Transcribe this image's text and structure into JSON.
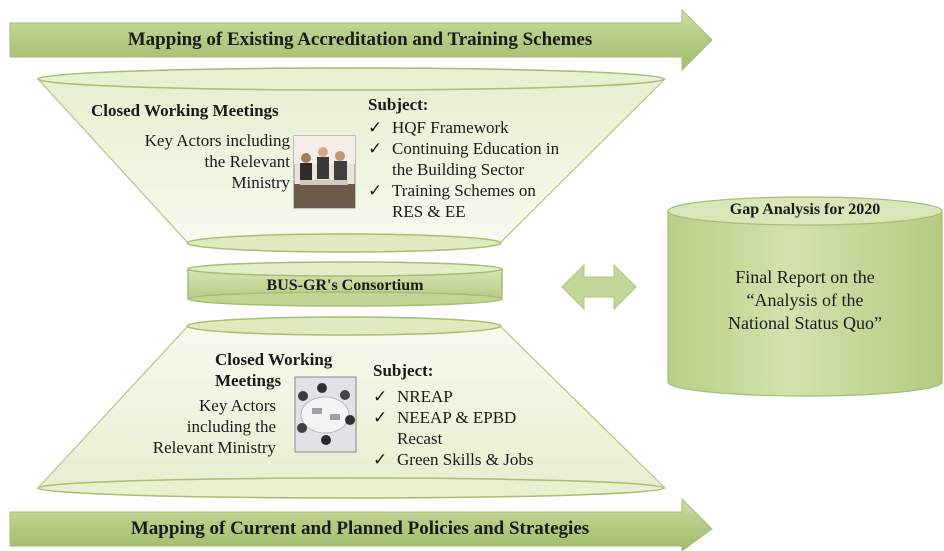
{
  "top_arrow": {
    "label": "Mapping of Existing Accreditation and Training Schemes"
  },
  "bottom_arrow": {
    "label": "Mapping of Current and Planned Policies and Strategies"
  },
  "top_funnel": {
    "meeting_title": "Closed Working Meetings",
    "actors_lines": [
      "Key Actors including",
      "the Relevant",
      "Ministry"
    ],
    "subject_heading": "Subject:",
    "subjects": [
      [
        "HQF Framework"
      ],
      [
        "Continuing Education in",
        "the Building Sector"
      ],
      [
        "Training Schemes on",
        "RES & EE"
      ]
    ]
  },
  "consortium": {
    "label": "BUS-GR's Consortium"
  },
  "bottom_funnel": {
    "meeting_title_lines": [
      "Closed Working",
      "Meetings"
    ],
    "actors_lines": [
      "Key Actors",
      "including the",
      "Relevant Ministry"
    ],
    "subject_heading": "Subject:",
    "subjects": [
      [
        "NREAP"
      ],
      [
        "NEEAP & EPBD",
        "Recast"
      ],
      [
        "Green Skills & Jobs"
      ]
    ]
  },
  "gap_cylinder": {
    "title": "Gap Analysis for 2020",
    "body_lines": [
      "Final Report on the",
      "“Analysis of the",
      "National Status Quo”"
    ]
  },
  "check_mark": "✓",
  "colors": {
    "arrow_fill": "#b9cf8c",
    "funnel_fill": "#eef4df",
    "ellipse_fill": "#dfeabf",
    "consortium_fill": "#c8d99c",
    "cylinder_fill": "#c7d89a",
    "outline": "#a7bd72"
  }
}
